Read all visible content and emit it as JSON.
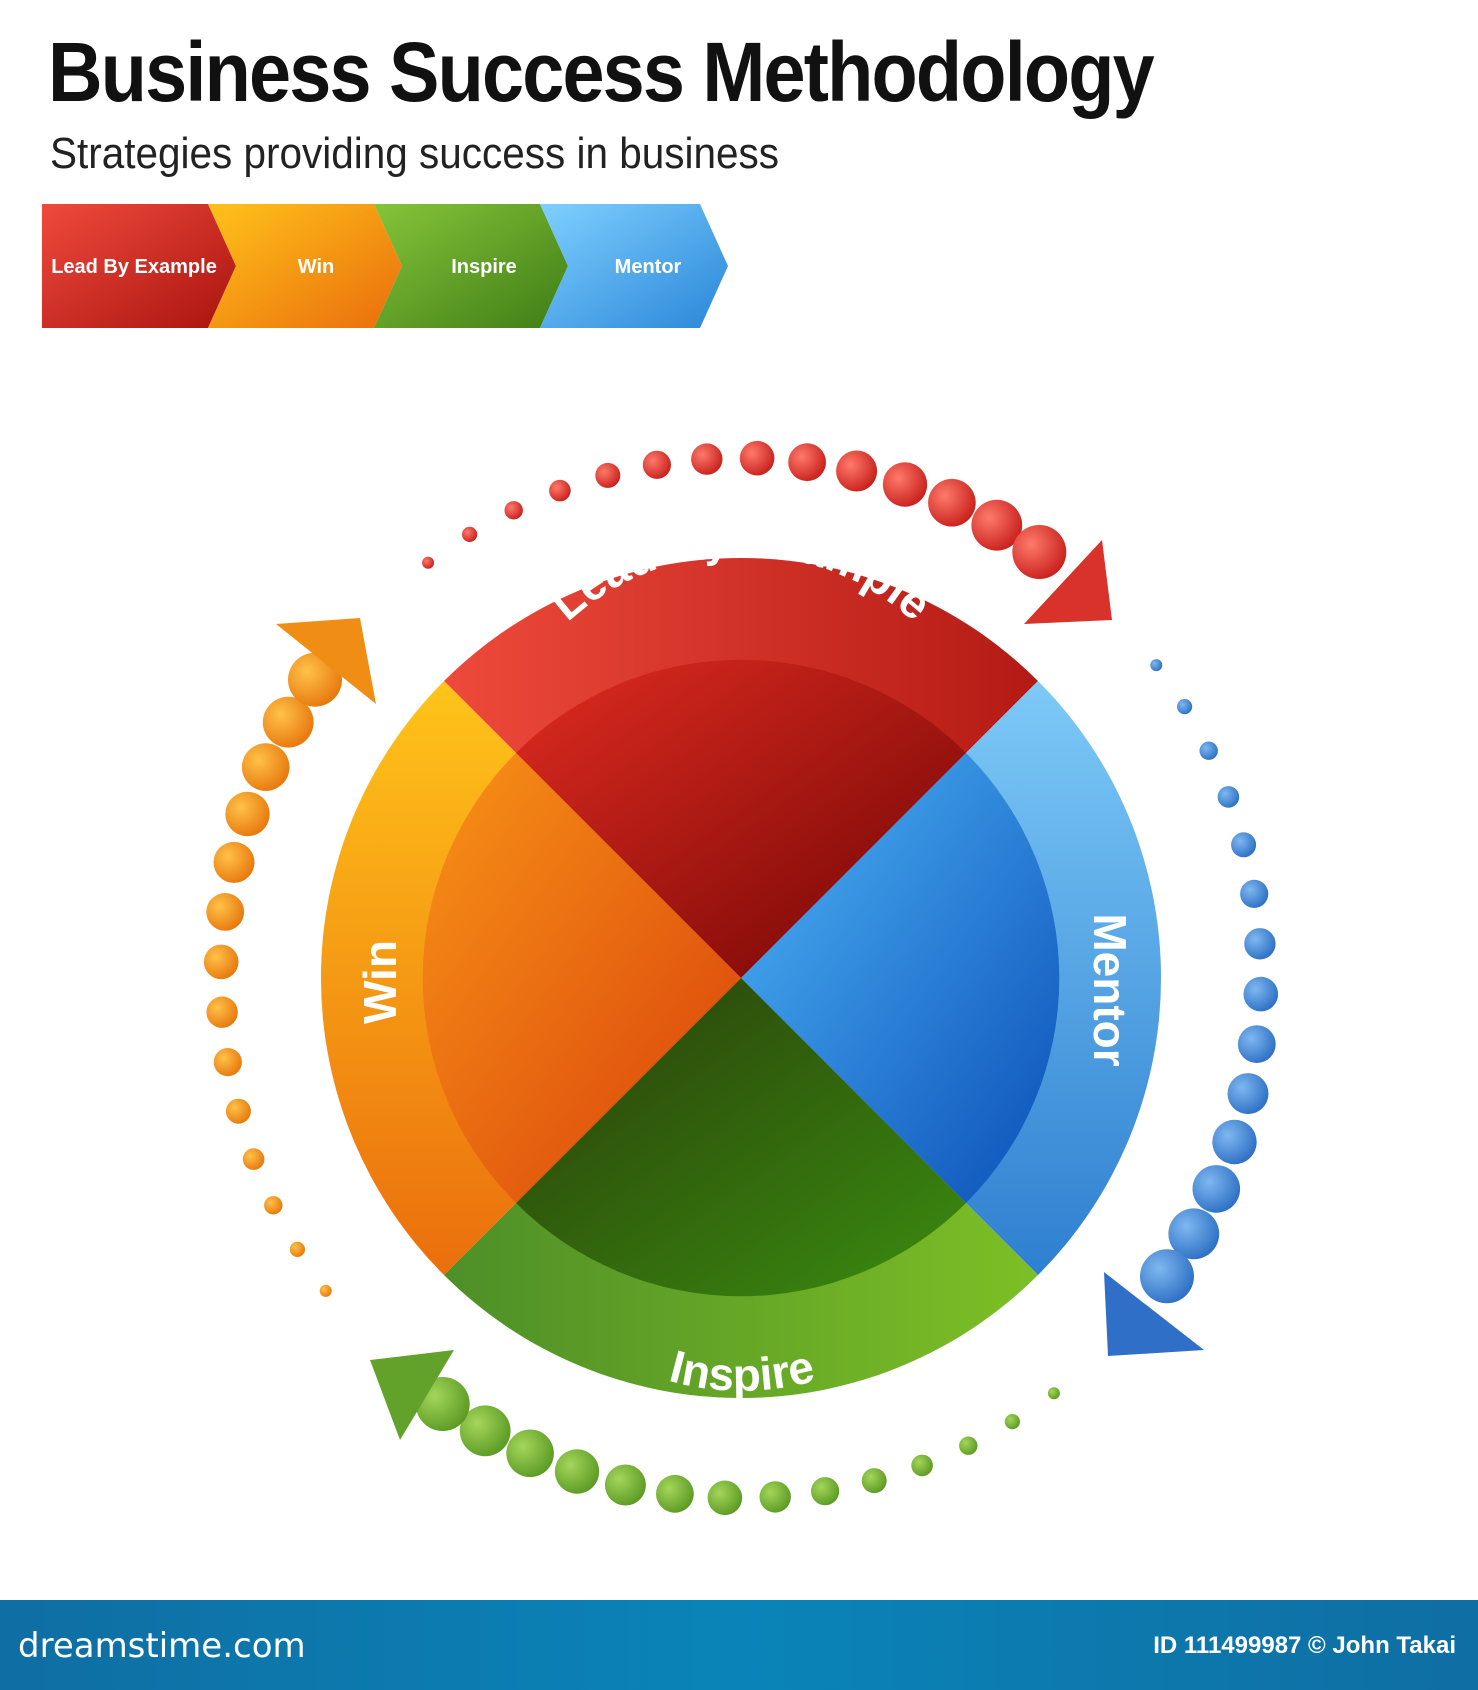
{
  "header": {
    "title": "Business Success Methodology",
    "subtitle": "Strategies providing success in business"
  },
  "process_steps": [
    {
      "label": "Lead By Example",
      "color": "#d62a22"
    },
    {
      "label": "Win",
      "color": "#f39a12"
    },
    {
      "label": "Inspire",
      "color": "#5e9f24"
    },
    {
      "label": "Mentor",
      "color": "#3f9fe6"
    }
  ],
  "cycle": {
    "segments": [
      {
        "label": "Lead By Example",
        "color": "#c8201c"
      },
      {
        "label": "Mentor",
        "color": "#2a8be0"
      },
      {
        "label": "Inspire",
        "color": "#3f8f1e"
      },
      {
        "label": "Win",
        "color": "#ef7d10"
      }
    ]
  },
  "footer": {
    "brand": "dreamstime.com",
    "credit": "ID 111499987 © John Takai"
  }
}
